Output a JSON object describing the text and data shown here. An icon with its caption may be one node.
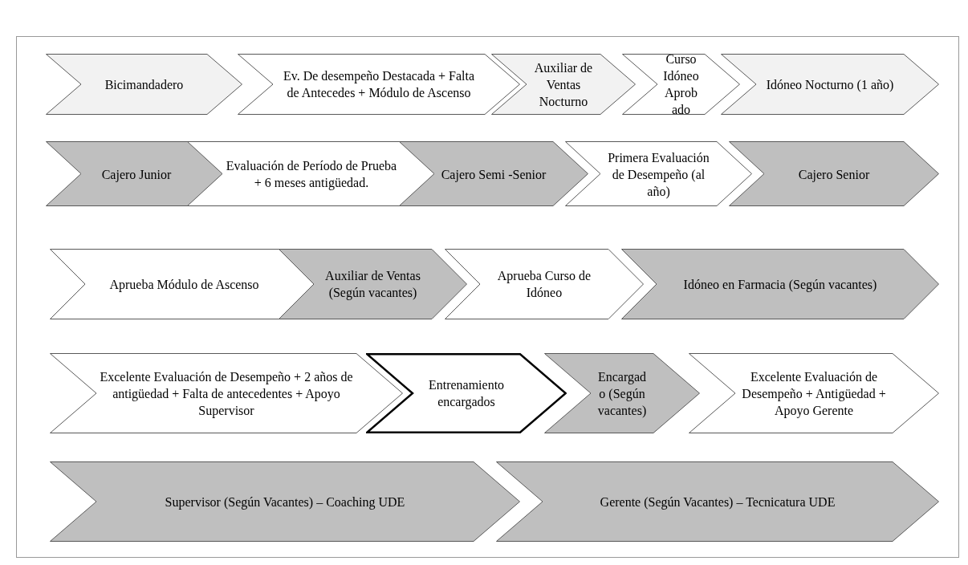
{
  "diagram": {
    "nodes": [
      {
        "text": [
          "Bicimandadero"
        ]
      },
      {
        "text": [
          "Ev. De desempeño Destacada + Falta de Antecedes + Módulo de Ascenso"
        ]
      },
      {
        "text": [
          "Auxiliar de Ventas Nocturno"
        ]
      },
      {
        "text": [
          "Curso Idóneo Aprob ado"
        ]
      },
      {
        "text": [
          "Idóneo Nocturno (1 año)"
        ]
      },
      {
        "text": [
          "Cajero Junior"
        ]
      },
      {
        "text": [
          "Evaluación de Período de Prueba + 6 meses antigüedad."
        ]
      },
      {
        "text": [
          "Cajero Semi -Senior"
        ]
      },
      {
        "text": [
          "Primera Evaluación de Desempeño (al año)"
        ]
      },
      {
        "text": [
          "Cajero Senior"
        ]
      },
      {
        "text": [
          "Aprueba Módulo de Ascenso"
        ]
      },
      {
        "text": [
          "Auxiliar de Ventas (Según vacantes)"
        ]
      },
      {
        "text": [
          "Aprueba Curso de Idóneo"
        ]
      },
      {
        "text": [
          "Idóneo en Farmacia (Según vacantes)"
        ]
      },
      {
        "text": [
          "Excelente Evaluación de Desempeño + 2 años de antigüedad + Falta de antecedentes + Apoyo Supervisor"
        ]
      },
      {
        "text": [
          "Entrenamiento encargados"
        ]
      },
      {
        "text": [
          "Encargad o (Según vacantes)"
        ]
      },
      {
        "text": [
          "Excelente Evaluación de Desempeño + Antigüedad + Apoyo Gerente"
        ]
      },
      {
        "text": [
          "Supervisor (Según Vacantes) – Coaching UDE"
        ]
      },
      {
        "text": [
          "Gerente (Según Vacantes) – Tecnicatura UDE"
        ]
      }
    ],
    "edges": []
  }
}
